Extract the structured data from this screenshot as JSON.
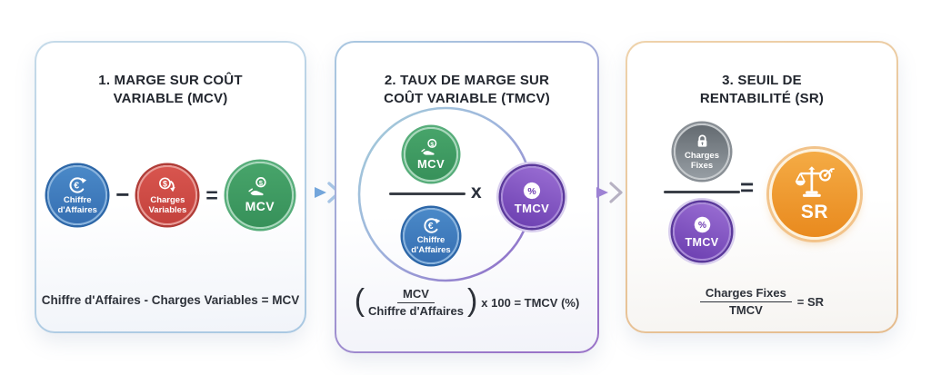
{
  "colors": {
    "panel1_border": "#b7d1e9",
    "panel2_border_start": "#a9c6e0",
    "panel2_border_end": "#9a74c8",
    "panel3_border": "#e9c9a2",
    "blue_coin": "#3d7cc0",
    "red_coin": "#cf4a44",
    "green_coin": "#41a065",
    "purple_coin": "#7e4cc0",
    "gray_coin": "#7c838a",
    "orange_coin": "#ef9a30",
    "arrow_blue": "#74a7dc",
    "arrow_purple": "#9d82d4",
    "title_text": "#23272f"
  },
  "icon_glyphs": {
    "euro": "€",
    "dollar": "$",
    "percent": "%"
  },
  "panels": [
    {
      "title": "1. MARGE SUR COÛT VARIABLE (MCV)",
      "minuend": {
        "label": "Chiffre d'Affaires",
        "icon": "euro-cycle-icon"
      },
      "operator1": "−",
      "subtrahend": {
        "label": "Charges Variables",
        "icon": "dollar-down-icon"
      },
      "operator2": "=",
      "result": {
        "label": "MCV",
        "icon": "hand-coin-icon"
      },
      "formula": "Chiffre d'Affaires - Charges Variables = MCV"
    },
    {
      "title": "2. TAUX DE MARGE SUR COÛT VARIABLE (TMCV)",
      "numerator": {
        "label": "MCV",
        "icon": "hand-coin-icon"
      },
      "denominator": {
        "label": "Chiffre d'Affaires",
        "icon": "euro-cycle-icon"
      },
      "operator": "x",
      "result": {
        "label": "TMCV",
        "icon": "percent-badge-icon"
      },
      "formula": {
        "open_paren": "(",
        "numerator": "MCV",
        "denominator": "Chiffre d'Affaires",
        "close_paren": ")",
        "suffix": "x 100 = TMCV (%)"
      }
    },
    {
      "title": "3. SEUIL DE RENTABILITÉ (SR)",
      "numerator": {
        "label": "Charges Fixes",
        "icon": "lock-icon"
      },
      "denominator": {
        "label": "TMCV",
        "icon": "percent-badge-icon"
      },
      "operator": "=",
      "result": {
        "label": "SR",
        "icon": "scale-target-icon"
      },
      "formula": {
        "numerator": "Charges Fixes",
        "denominator": "TMCV",
        "suffix": "= SR"
      }
    }
  ]
}
